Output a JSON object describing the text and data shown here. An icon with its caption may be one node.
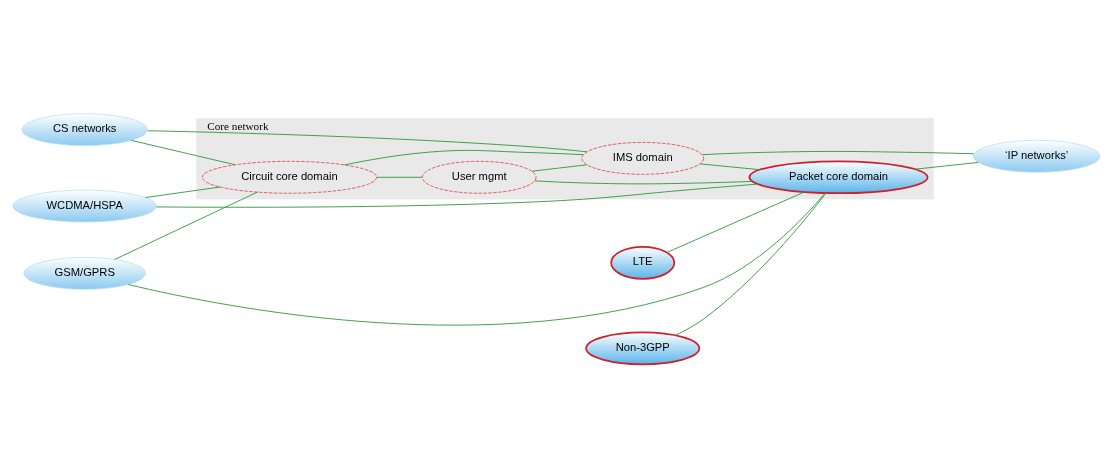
{
  "diagram": {
    "nodes": [
      {
        "text": [
          "Core network"
        ]
      },
      {
        "text": [
          "Circuit core domain"
        ],
        "in": 0
      },
      {
        "text": [
          "User mgmt"
        ],
        "in": 0
      },
      {
        "text": [
          "IMS domain"
        ],
        "in": 0
      },
      {
        "text": [
          "Packet core domain"
        ],
        "in": 0
      },
      {
        "text": [
          "GSM/GPRS"
        ]
      },
      {
        "text": [
          "WCDMA/HSPA"
        ]
      },
      {
        "text": [
          "LTE"
        ]
      },
      {
        "text": [
          "Non-3GPP"
        ]
      },
      {
        "text": [
          "CS networks"
        ]
      },
      {
        "text": [
          "‘IP networks’"
        ]
      }
    ],
    "edges": [
      {
        "from": 5,
        "to": 1,
        "arrow": "none"
      },
      {
        "from": 5,
        "to": 4,
        "arrow": "none"
      },
      {
        "from": 6,
        "to": 1,
        "arrow": "none"
      },
      {
        "from": 6,
        "to": 4,
        "arrow": "none"
      },
      {
        "from": 7,
        "to": 4,
        "arrow": "none"
      },
      {
        "from": 8,
        "to": 4,
        "arrow": "none"
      },
      {
        "from": 9,
        "to": 1,
        "arrow": "none"
      },
      {
        "from": 9,
        "to": 3,
        "arrow": "none"
      },
      {
        "from": 1,
        "to": 2,
        "arrow": "none"
      },
      {
        "from": 1,
        "to": 3,
        "arrow": "none"
      },
      {
        "from": 2,
        "to": 4,
        "arrow": "none"
      },
      {
        "from": 2,
        "to": 3,
        "arrow": "none"
      },
      {
        "from": 3,
        "to": 4,
        "arrow": "none"
      },
      {
        "from": 3,
        "to": 10,
        "arrow": "none"
      },
      {
        "from": 4,
        "to": 10,
        "arrow": "none"
      }
    ]
  }
}
